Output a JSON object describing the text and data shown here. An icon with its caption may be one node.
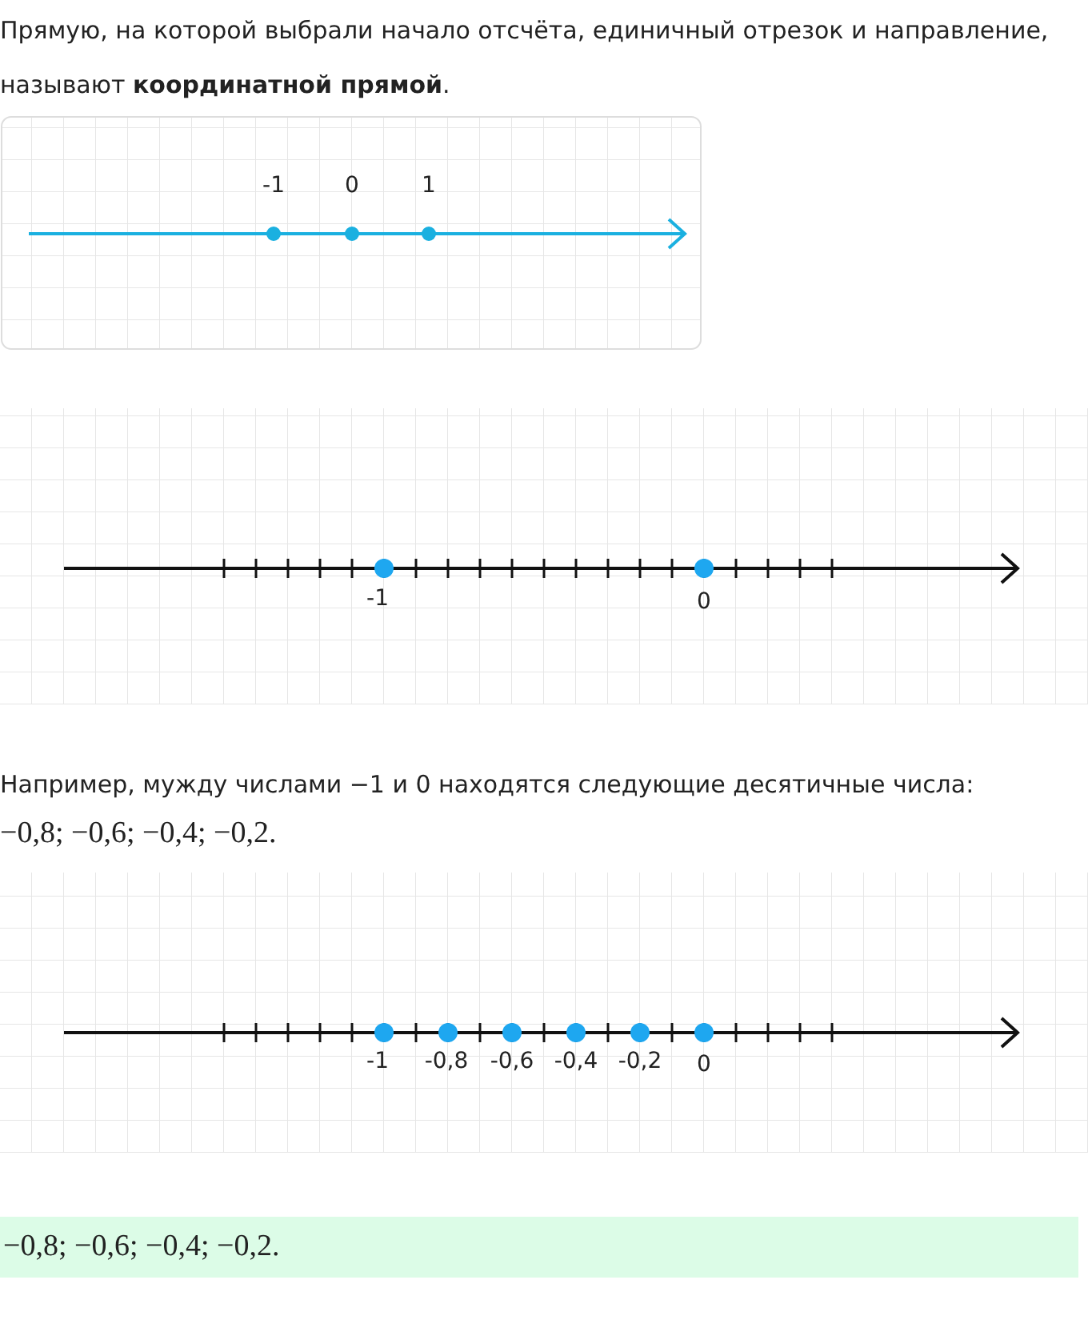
{
  "diagram": {
    "nodes": [
      {
        "text": [
          "−0,8; −0,6; −0,4; −0,2."
        ]
      }
    ],
    "edges": [],
    "labels": [
      "Прямую, на которой выбрали начало отсчёта, единичный отрезок и направление, называют **координатной прямой**.",
      "-1",
      "0",
      "1",
      "-1",
      "0",
      "Например, мужду числами −1 и 0 находятся следующие десятичные числа:",
      "−0,8; −0,6; −0,4; −0,2.",
      "-1",
      "-0,8",
      "-0,6",
      "-0,4",
      "-0,2",
      "0"
    ]
  }
}
